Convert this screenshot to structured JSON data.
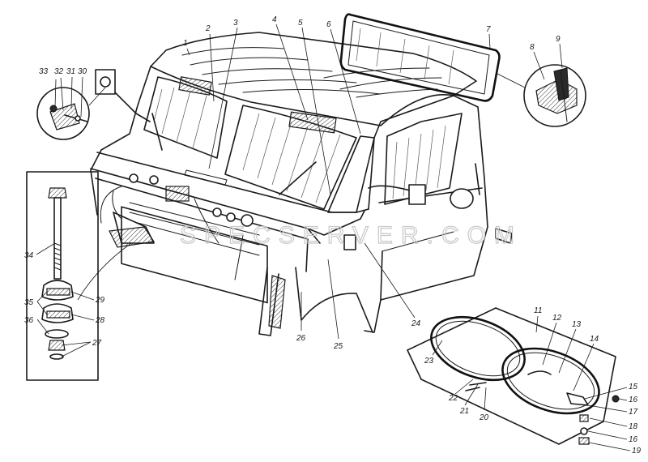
{
  "watermark": "SPECSERVER.COM",
  "callouts": [
    "1",
    "2",
    "3",
    "4",
    "5",
    "6",
    "7",
    "8",
    "9",
    "11",
    "12",
    "13",
    "14",
    "15",
    "16",
    "17",
    "18",
    "16",
    "19",
    "20",
    "21",
    "22",
    "23",
    "24",
    "25",
    "26",
    "27",
    "28",
    "29",
    "30",
    "31",
    "32",
    "33",
    "34",
    "35",
    "36"
  ],
  "colors": {
    "ink": "#1a1a1a",
    "paper": "#ffffff",
    "watermark": "#c9c9c9"
  }
}
